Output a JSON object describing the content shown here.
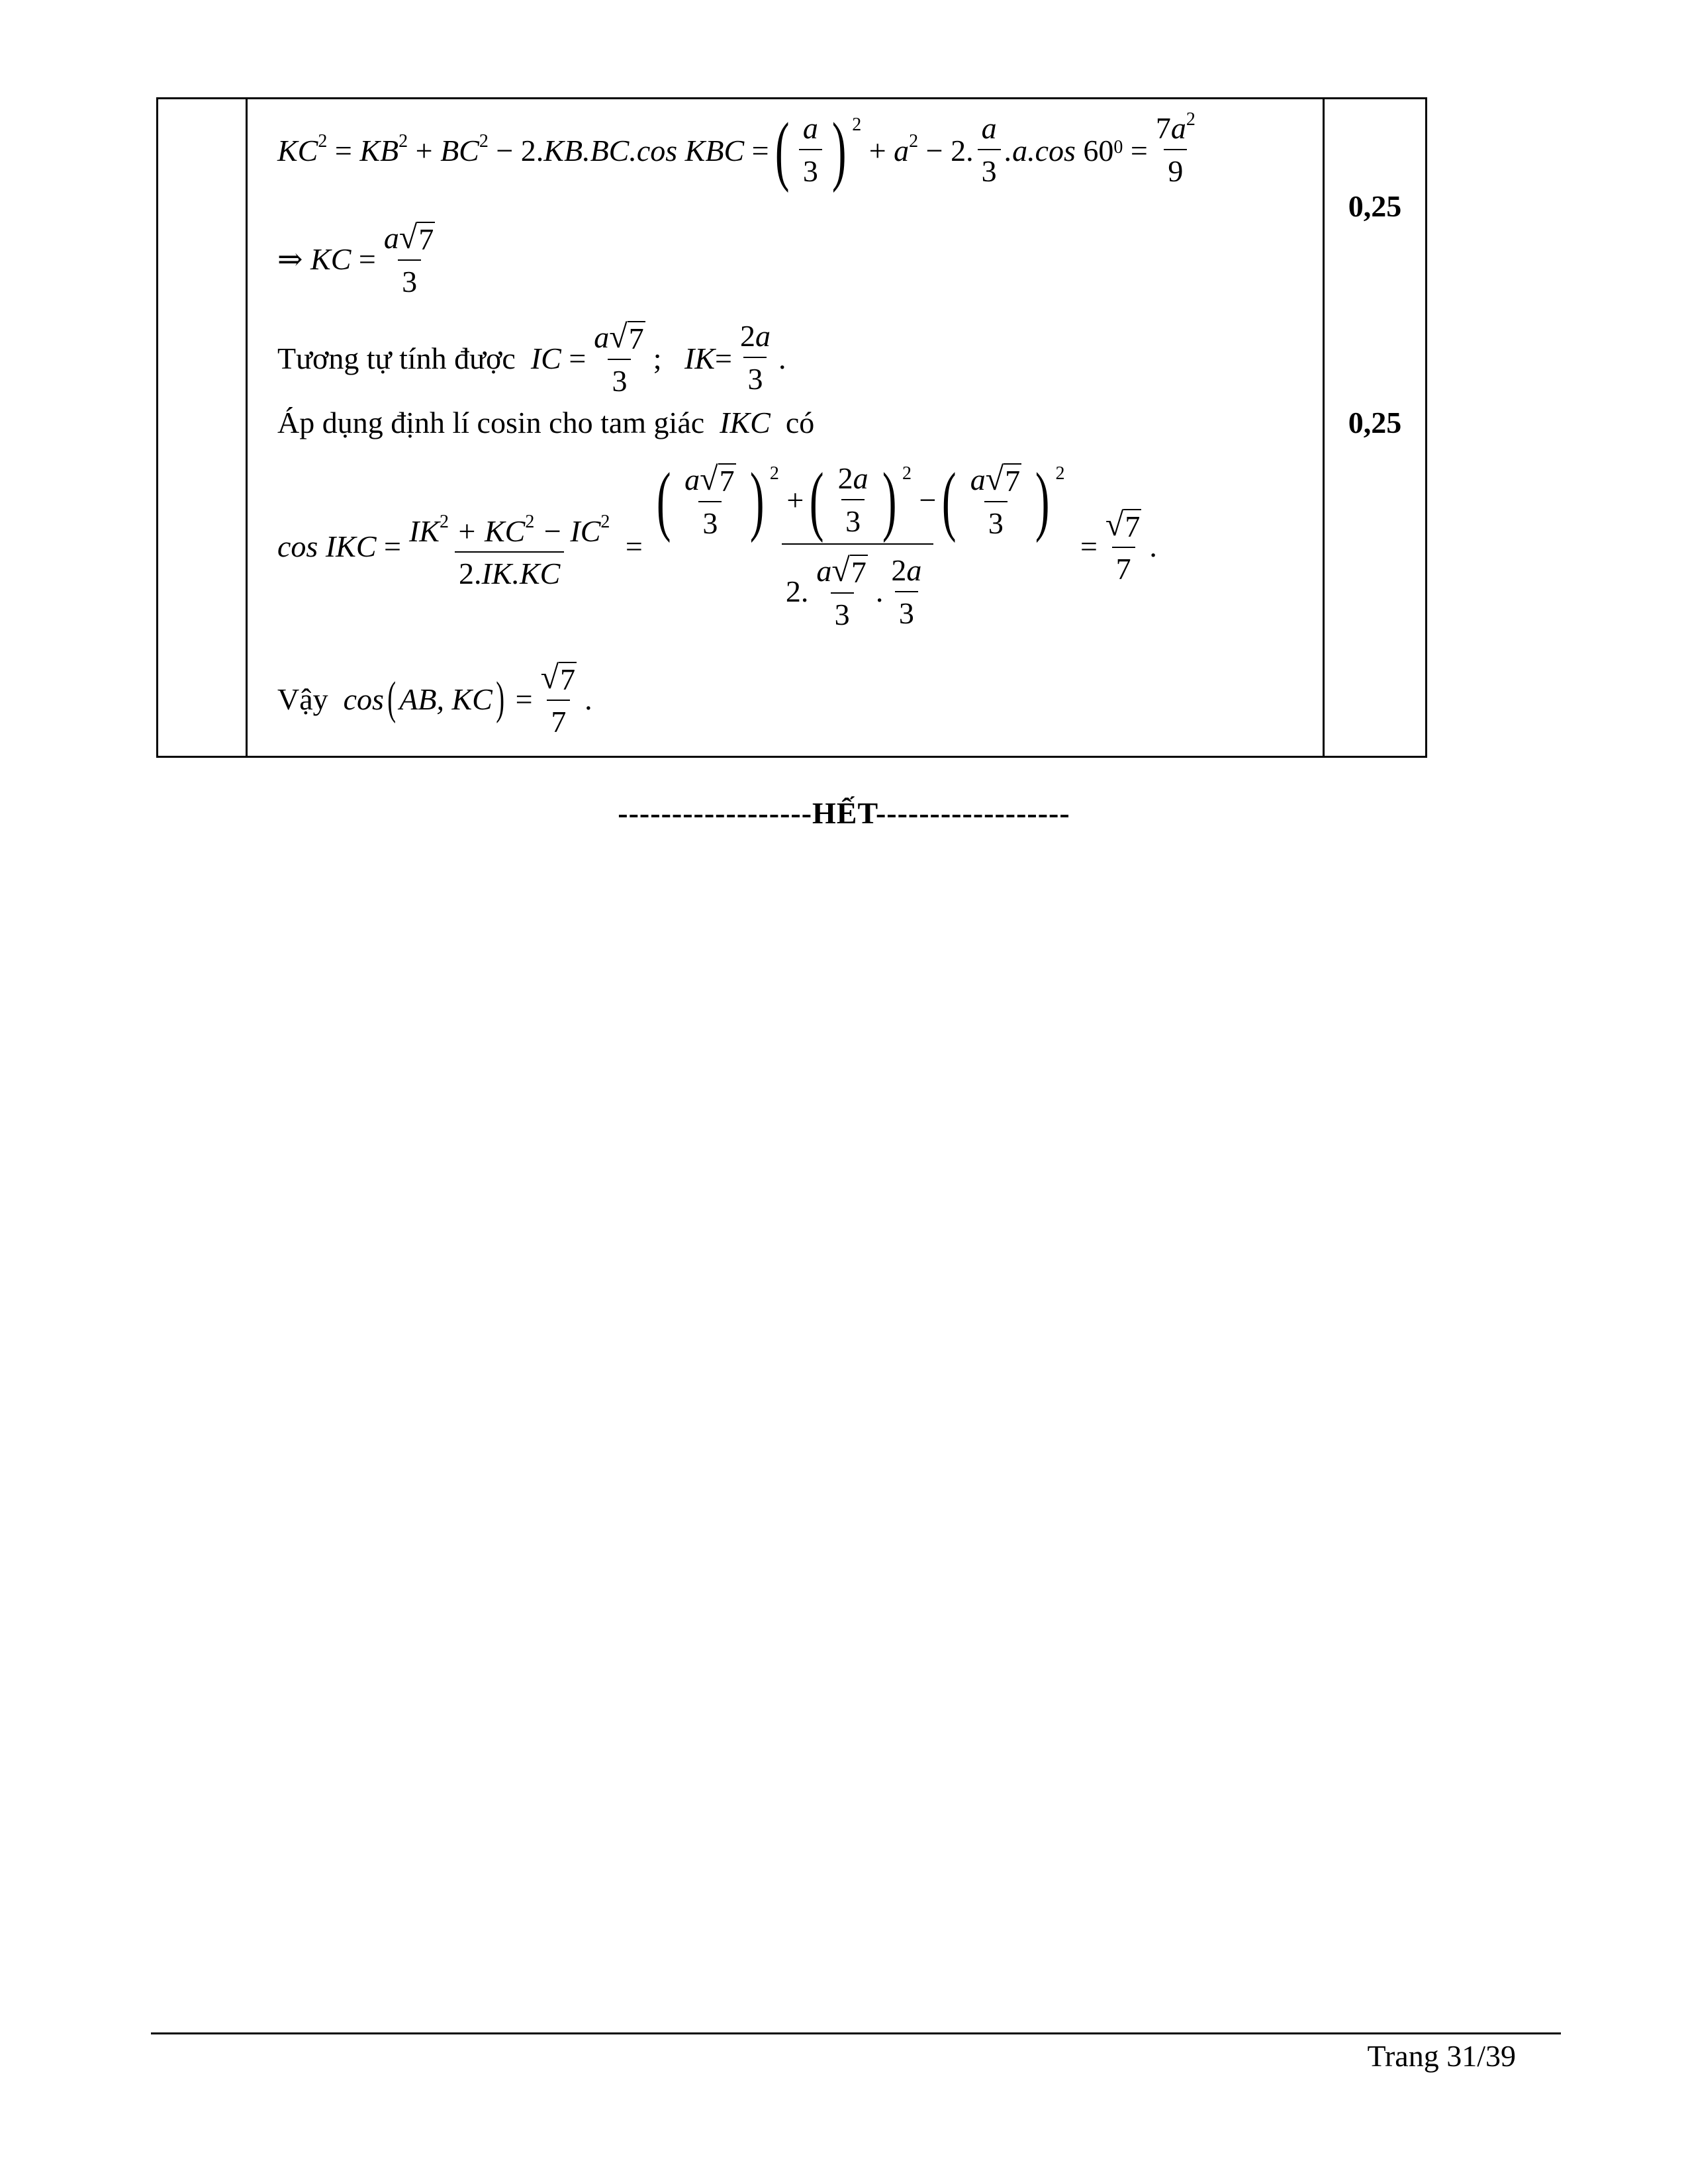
{
  "scores": [
    "0,25",
    "0,25"
  ],
  "text": {
    "similar": "Tương tự tính được",
    "apply": "Áp dụng định lí cosin cho tam giác",
    "apply_end": "có",
    "conclude": "Vậy"
  },
  "end_marker": "------------------HẾT------------------",
  "footer": {
    "page": "Trang 31/39"
  }
}
